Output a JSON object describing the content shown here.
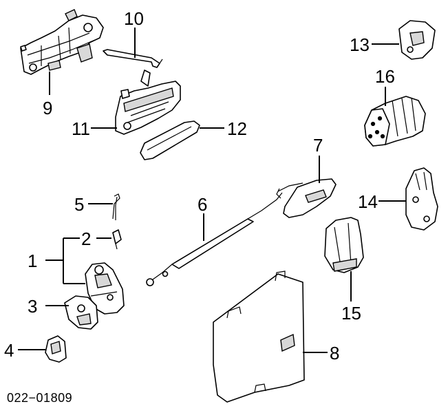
{
  "callouts": {
    "c1": "1",
    "c2": "2",
    "c3": "3",
    "c4": "4",
    "c5": "5",
    "c6": "6",
    "c7": "7",
    "c8": "8",
    "c9": "9",
    "c10": "10",
    "c11": "11",
    "c12": "12",
    "c13": "13",
    "c14": "14",
    "c15": "15",
    "c16": "16"
  },
  "document_number": "022−01809"
}
